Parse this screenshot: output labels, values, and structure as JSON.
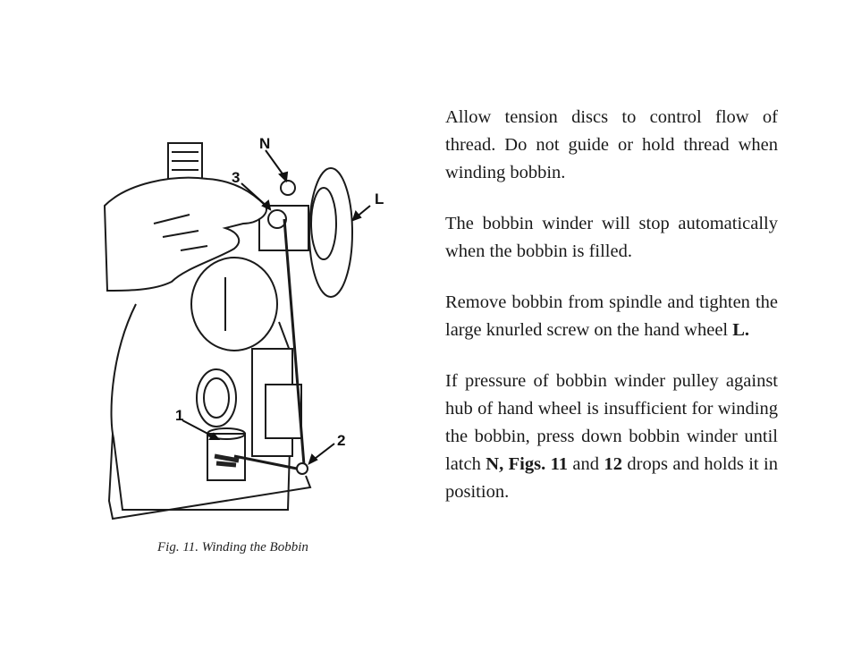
{
  "figure": {
    "callouts": {
      "n": "N",
      "three": "3",
      "l": "L",
      "one": "1",
      "two": "2"
    },
    "caption": "Fig. 11. Winding the Bobbin"
  },
  "paragraphs": {
    "p1": "Allow tension discs to control flow of thread. Do not guide or hold thread when winding bobbin.",
    "p2": "The bobbin winder will stop automatically when the bobbin is filled.",
    "p3_a": "Remove bobbin from spindle and tighten the large knurled screw on the hand wheel ",
    "p3_b": "L.",
    "p4_a": "If pressure of bobbin winder pulley against hub of hand wheel is insufficient for winding the bobbin, press down bobbin winder until latch ",
    "p4_b": "N, Figs. 11",
    "p4_c": " and ",
    "p4_d": "12",
    "p4_e": " drops and holds it in position."
  }
}
